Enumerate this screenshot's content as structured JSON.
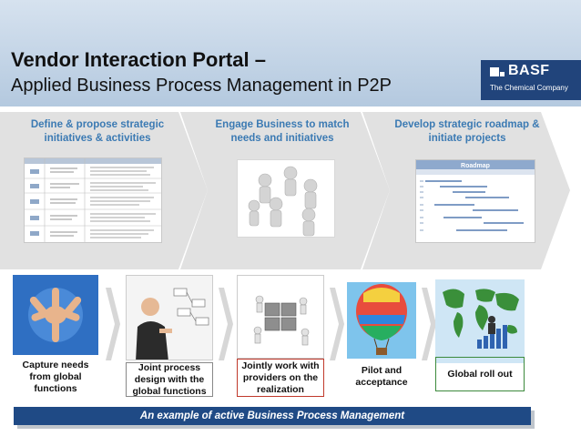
{
  "header": {
    "title": "Vendor Interaction Portal –",
    "subtitle": "Applied Business Process Management in P2P",
    "logo_text": "BASF",
    "logo_sub": "The Chemical Company"
  },
  "phases": [
    {
      "label": "Define & propose strategic initiatives & activities"
    },
    {
      "label": "Engage Business to match needs and initiatives"
    },
    {
      "label": "Develop strategic roadmap & initiate projects"
    }
  ],
  "roadmap_thumb_title": "Roadmap",
  "steps": [
    {
      "label": "Capture needs from global functions"
    },
    {
      "label": "Joint process design with the global functions"
    },
    {
      "label": "Jointly work with providers on the realization"
    },
    {
      "label": "Pilot and acceptance"
    },
    {
      "label": "Global roll out"
    }
  ],
  "banner": "An example of active Business Process Management",
  "colors": {
    "header_top": "#d6e2ef",
    "header_bottom": "#b4c9df",
    "brand_blue": "#21447b",
    "phase_label": "#3b7ab3",
    "banner_bg": "#1f4a85"
  }
}
